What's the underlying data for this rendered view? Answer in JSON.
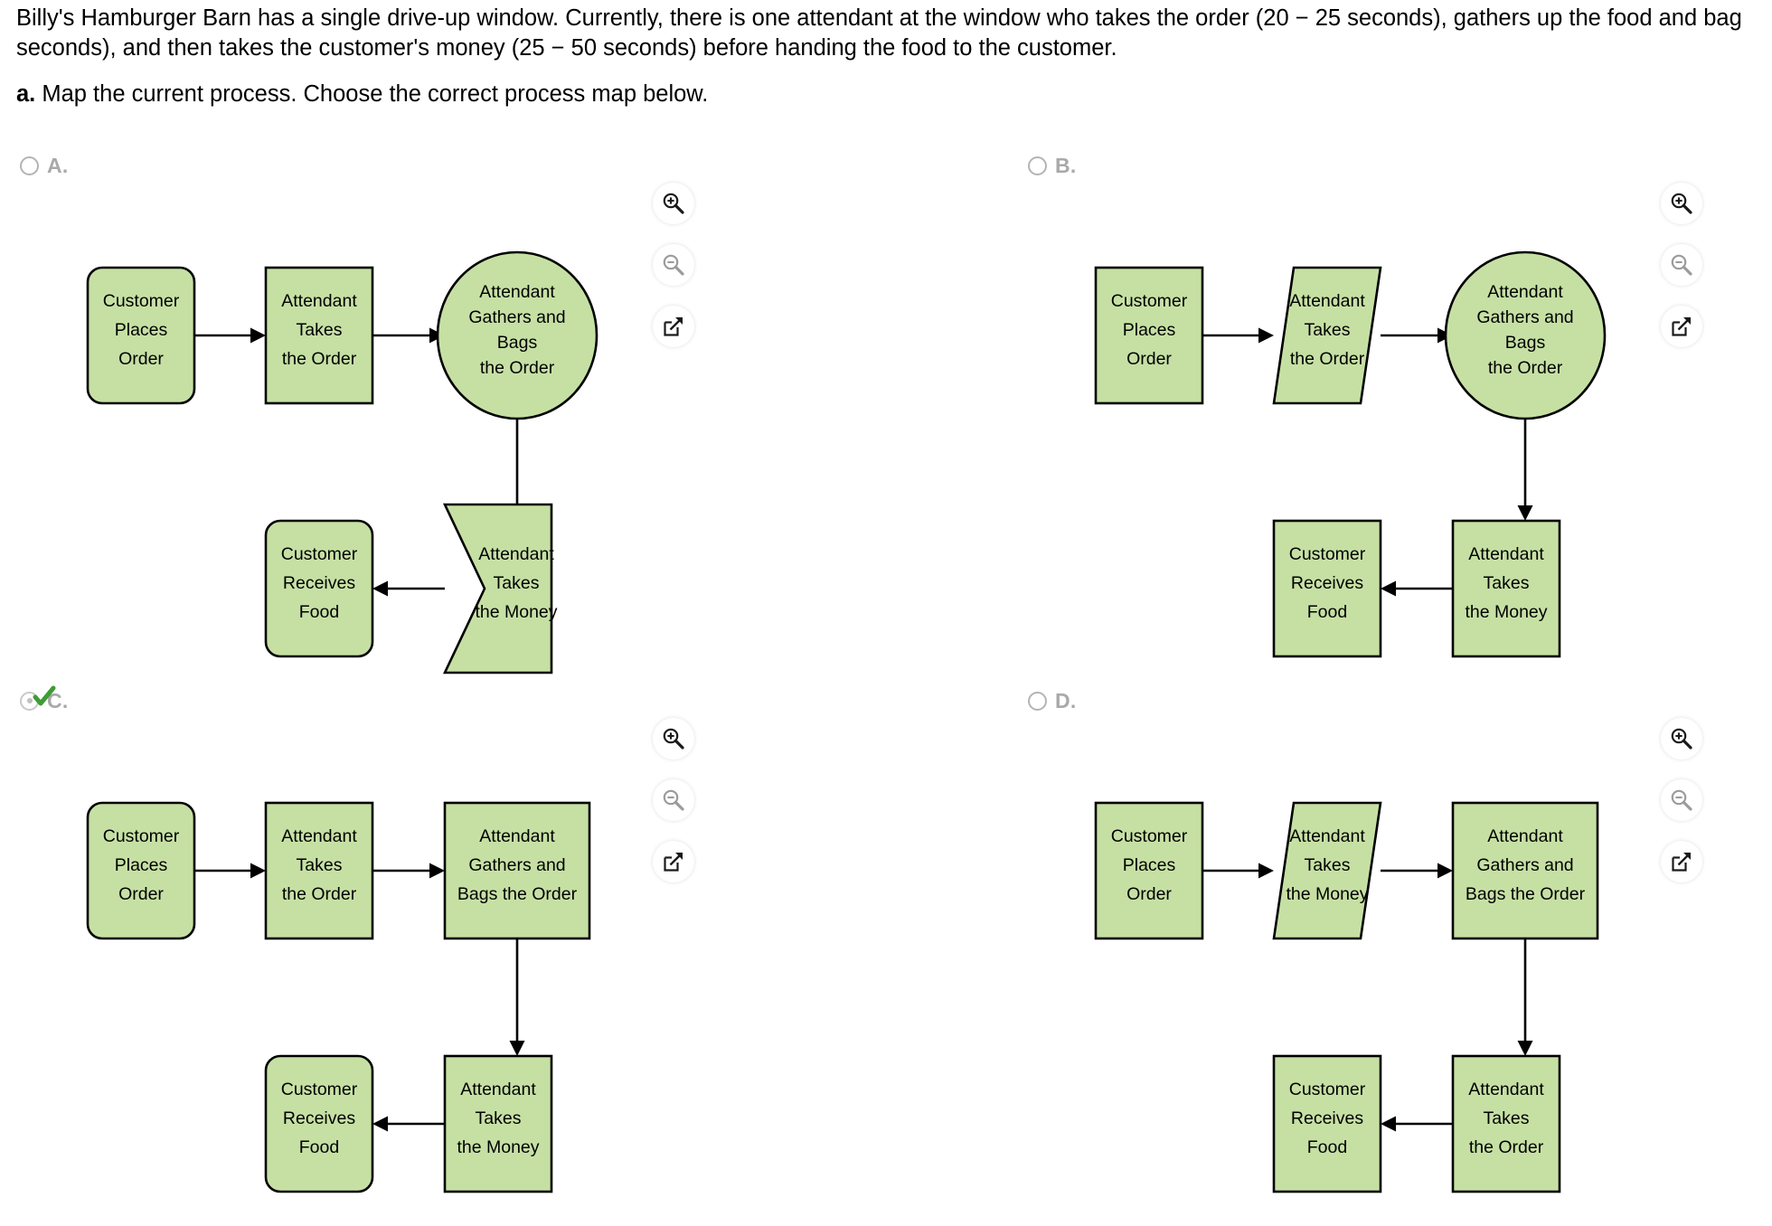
{
  "question": {
    "paragraph_line1": "Billy's Hamburger Barn has a single drive-up window. Currently, there is one attendant at the window who takes the order (20 − 25 seconds), gathers up the food and bag",
    "paragraph_line2": "seconds), and then takes the customer's money (25 − 50 seconds) before handing the food to the customer.",
    "part_label": "a.",
    "part_text": " Map the current process. Choose the correct process map below."
  },
  "colors": {
    "node_fill": "#c6e0a4",
    "node_stroke": "#000000",
    "check_green": "#3f9c35",
    "radio_gray": "#b4b4b4",
    "letter_gray": "#a9a9a9"
  },
  "rail": {
    "zoom_in": "zoom-in-icon",
    "zoom_out": "zoom-out-icon",
    "open_new": "open-in-new-window-icon"
  },
  "options": [
    {
      "letter": "A.",
      "selected": false,
      "correct": false,
      "nodes": {
        "n1": "Customer|Places|Order",
        "n2": "Attendant|Takes|the Order",
        "n3": "Attendant|Gathers and|Bags|the Order",
        "n4": "Customer|Receives|Food",
        "n5": "Attendant|Takes|the Money"
      },
      "shapes": {
        "n1": "rounded-rect",
        "n2": "rect",
        "n3": "ellipse",
        "n4": "rounded-rect",
        "n5": "left-arrow-pentagon"
      }
    },
    {
      "letter": "B.",
      "selected": false,
      "correct": false,
      "nodes": {
        "n1": "Customer|Places|Order",
        "n2": "Attendant|Takes|the Order",
        "n3": "Attendant|Gathers and|Bags|the Order",
        "n4": "Customer|Receives|Food",
        "n5": "Attendant|Takes|the Money"
      },
      "shapes": {
        "n1": "rect",
        "n2": "parallelogram",
        "n3": "ellipse",
        "n4": "rect",
        "n5": "rect"
      }
    },
    {
      "letter": "C.",
      "selected": true,
      "correct": true,
      "nodes": {
        "n1": "Customer|Places|Order",
        "n2": "Attendant|Takes|the Order",
        "n3": "Attendant|Gathers and|Bags the Order",
        "n4": "Customer|Receives|Food",
        "n5": "Attendant|Takes|the Money"
      },
      "shapes": {
        "n1": "rounded-rect",
        "n2": "rect",
        "n3": "rect",
        "n4": "rounded-rect",
        "n5": "rect"
      }
    },
    {
      "letter": "D.",
      "selected": false,
      "correct": false,
      "nodes": {
        "n1": "Customer|Places|Order",
        "n2": "Attendant|Takes|the Money",
        "n3": "Attendant|Gathers and|Bags the Order",
        "n4": "Customer|Receives|Food",
        "n5": "Attendant|Takes|the Order"
      },
      "shapes": {
        "n1": "rect",
        "n2": "parallelogram",
        "n3": "rect",
        "n4": "rect",
        "n5": "rect"
      }
    }
  ]
}
